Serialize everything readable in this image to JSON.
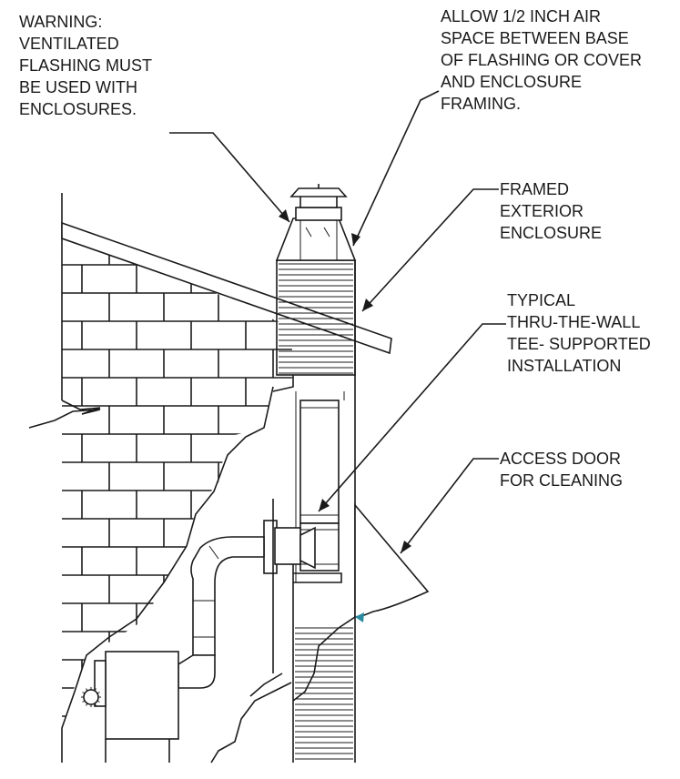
{
  "callouts": {
    "warning": [
      "WARNING:",
      "VENTILATED",
      "FLASHING MUST",
      "BE USED WITH",
      "ENCLOSURES."
    ],
    "air_space": [
      "ALLOW 1/2 INCH AIR",
      "SPACE BETWEEN BASE",
      "OF FLASHING OR COVER",
      "AND ENCLOSURE",
      "FRAMING."
    ],
    "framed_enclosure": [
      "FRAMED",
      "EXTERIOR",
      "ENCLOSURE"
    ],
    "typical_install": [
      "TYPICAL",
      "THRU-THE-WALL",
      "TEE- SUPPORTED",
      "INSTALLATION"
    ],
    "access_door": [
      "ACCESS DOOR",
      "FOR CLEANING"
    ]
  },
  "colors": {
    "line": "#1a1a1a",
    "background": "#ffffff",
    "accent_marker": "#2a8aa0"
  }
}
